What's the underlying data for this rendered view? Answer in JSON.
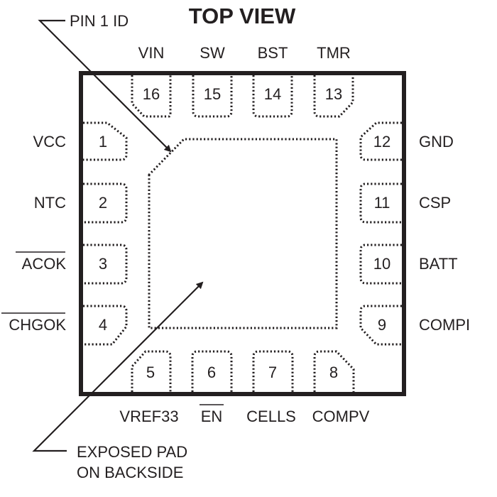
{
  "title": "TOP VIEW",
  "callouts": {
    "pin1_id": "PIN 1 ID",
    "exposed_pad_line1": "EXPOSED PAD",
    "exposed_pad_line2": "ON BACKSIDE"
  },
  "pins": {
    "top": [
      {
        "number": "16",
        "name": "VIN",
        "active_low": false
      },
      {
        "number": "15",
        "name": "SW",
        "active_low": false
      },
      {
        "number": "14",
        "name": "BST",
        "active_low": false
      },
      {
        "number": "13",
        "name": "TMR",
        "active_low": false
      }
    ],
    "left": [
      {
        "number": "1",
        "name": "VCC",
        "active_low": false
      },
      {
        "number": "2",
        "name": "NTC",
        "active_low": false
      },
      {
        "number": "3",
        "name": "ACOK",
        "active_low": true
      },
      {
        "number": "4",
        "name": "CHGOK",
        "active_low": true
      }
    ],
    "bottom": [
      {
        "number": "5",
        "name": "VREF33",
        "active_low": false
      },
      {
        "number": "6",
        "name": "EN",
        "active_low": true
      },
      {
        "number": "7",
        "name": "CELLS",
        "active_low": false
      },
      {
        "number": "8",
        "name": "COMPV",
        "active_low": false
      }
    ],
    "right": [
      {
        "number": "12",
        "name": "GND",
        "active_low": false
      },
      {
        "number": "11",
        "name": "CSP",
        "active_low": false
      },
      {
        "number": "10",
        "name": "BATT",
        "active_low": false
      },
      {
        "number": "9",
        "name": "COMPI",
        "active_low": false
      }
    ]
  },
  "colors": {
    "ink": "#231f20",
    "background": "#ffffff"
  }
}
